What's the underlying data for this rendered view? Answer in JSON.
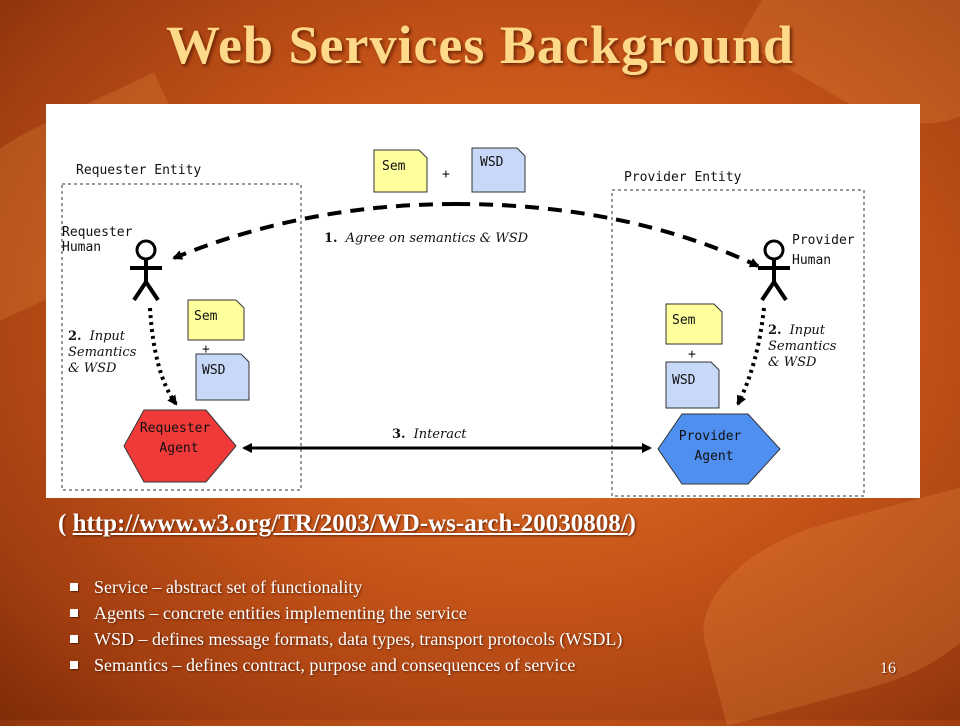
{
  "slide": {
    "title": "Web Services Background",
    "source_prefix": "( ",
    "source_url": "http://www.w3.org/TR/2003/WD-ws-arch-20030808/",
    "source_suffix": ")",
    "bullets": [
      "Service – abstract set of functionality",
      "Agents – concrete entities implementing the service",
      "WSD – defines message formats, data types, transport protocols (WSDL)",
      "Semantics – defines contract, purpose and consequences of service"
    ],
    "page_number": "16"
  },
  "diagram": {
    "requester_entity": "Requester Entity",
    "provider_entity": "Provider Entity",
    "requester_human": [
      "Requester",
      "Human"
    ],
    "provider_human": [
      "Provider",
      "Human"
    ],
    "requester_agent": [
      "Requester",
      "Agent"
    ],
    "provider_agent": [
      "Provider",
      "Agent"
    ],
    "sem_doc": "Sem",
    "wsd_doc": "WSD",
    "plus": "+",
    "step1": {
      "num": "1.",
      "text": "Agree on semantics & WSD"
    },
    "step2_num": "2.",
    "step2_text": [
      "Input",
      "Semantics",
      "& WSD"
    ],
    "step3": {
      "num": "3.",
      "text": "Interact"
    },
    "colors": {
      "requester_agent": "#f03a3a",
      "provider_agent": "#4f8ff0",
      "sem_doc": "#ffff9e",
      "wsd_doc": "#c8d8f8"
    }
  }
}
